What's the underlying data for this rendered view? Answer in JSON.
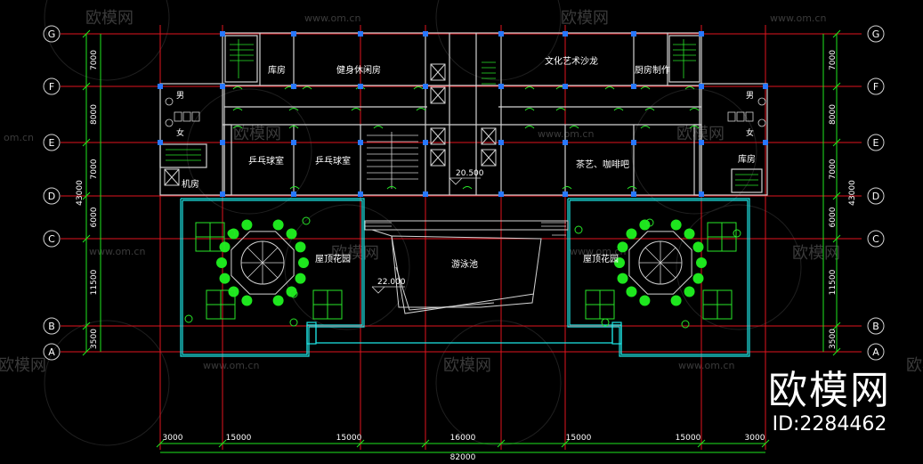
{
  "grid": {
    "rows": [
      "G",
      "F",
      "E",
      "D",
      "C",
      "B",
      "A"
    ],
    "row_spacings": [
      "7000",
      "8000",
      "7000",
      "6000",
      "11500",
      "3500"
    ],
    "row_total": "43000",
    "column_spacings": [
      "3000",
      "15000",
      "15000",
      "16000",
      "15000",
      "15000",
      "3000"
    ],
    "column_total": "82000"
  },
  "rooms": {
    "storage_left": "库房",
    "fitness": "健身休闲房",
    "culture_salon": "文化艺术沙龙",
    "kitchen": "厨房制作",
    "toilet_male_left": "男",
    "toilet_female_left": "女",
    "toilet_male_right": "男",
    "toilet_female_right": "女",
    "machine_room": "机房",
    "pingpong_1": "乒乓球室",
    "pingpong_2": "乒乓球室",
    "tea_cafe": "茶艺、咖啡吧",
    "storage_right": "库房",
    "roof_garden_left": "屋顶花园",
    "roof_garden_right": "屋顶花园",
    "pool": "游泳池"
  },
  "levels": {
    "upper": "20.500",
    "pool_deck": "22.000"
  },
  "watermark": {
    "brand": "欧模网",
    "url": "www.om.cn",
    "url_partial": "om.cn"
  },
  "badge": {
    "brand": "欧模网",
    "id": "ID:2284462"
  },
  "colors": {
    "background": "#000000",
    "grid_line": "#e0141e",
    "dimension": "#1ee61e",
    "wall": "#d2d2d2",
    "fixture": "#28e628",
    "room_label": "#ffffff",
    "outline": "#1ee6e6",
    "column": "#2878ff"
  }
}
